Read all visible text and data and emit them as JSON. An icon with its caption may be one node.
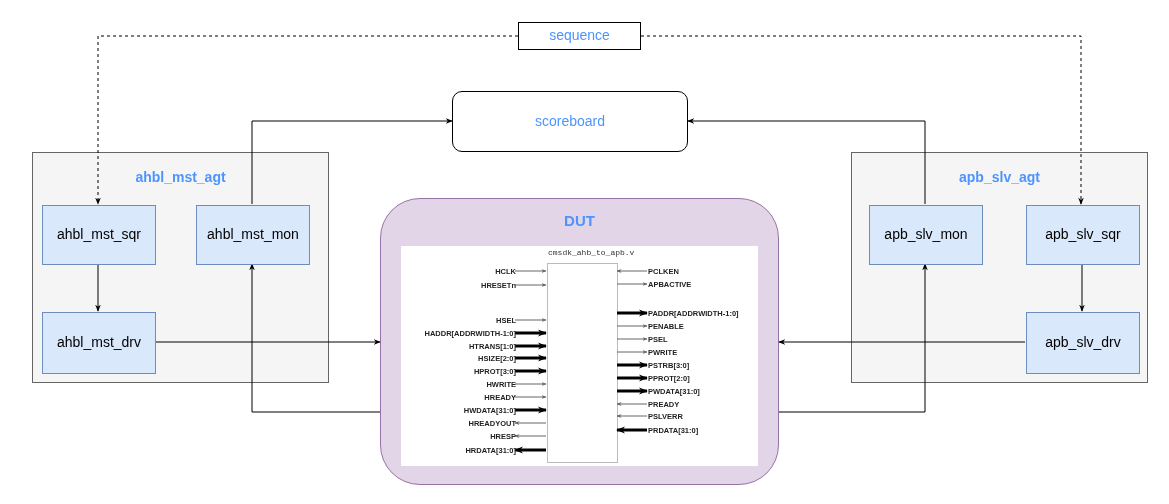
{
  "diagram": {
    "nodes": [
      {
        "text": [
          "sequence"
        ]
      },
      {
        "text": [
          "scoreboard"
        ]
      },
      {
        "text": [
          "ahbl_mst_agt"
        ]
      },
      {
        "text": [
          "ahbl_mst_sqr"
        ],
        "in": 2
      },
      {
        "text": [
          "ahbl_mst_mon"
        ],
        "in": 2
      },
      {
        "text": [
          "ahbl_mst_drv"
        ],
        "in": 2
      },
      {
        "text": [
          "DUT"
        ]
      },
      {
        "text": [
          "cmsdk_ahb_to_apb.v"
        ],
        "in": 6
      },
      {
        "text": [
          "apb_slv_agt"
        ]
      },
      {
        "text": [
          "apb_slv_mon"
        ],
        "in": 8
      },
      {
        "text": [
          "apb_slv_sqr"
        ],
        "in": 8
      },
      {
        "text": [
          "apb_slv_drv"
        ],
        "in": 8
      },
      {
        "text": [
          "HCLK"
        ],
        "in": 6
      },
      {
        "text": [
          "HRESETn"
        ],
        "in": 6
      },
      {
        "text": [
          "HSEL"
        ],
        "in": 6
      },
      {
        "text": [
          "HADDR[ADDRWIDTH-1:0]"
        ],
        "in": 6
      },
      {
        "text": [
          "HTRANS[1:0]"
        ],
        "in": 6
      },
      {
        "text": [
          "HSIZE[2:0]"
        ],
        "in": 6
      },
      {
        "text": [
          "HPROT[3:0]"
        ],
        "in": 6
      },
      {
        "text": [
          "HWRITE"
        ],
        "in": 6
      },
      {
        "text": [
          "HREADY"
        ],
        "in": 6
      },
      {
        "text": [
          "HWDATA[31:0]"
        ],
        "in": 6
      },
      {
        "text": [
          "HREADYOUT"
        ],
        "in": 6
      },
      {
        "text": [
          "HRESP"
        ],
        "in": 6
      },
      {
        "text": [
          "HRDATA[31:0]"
        ],
        "in": 6
      },
      {
        "text": [
          "PCLKEN"
        ],
        "in": 6
      },
      {
        "text": [
          "APBACTIVE"
        ],
        "in": 6
      },
      {
        "text": [
          "PADDR[ADDRWIDTH-1:0]"
        ],
        "in": 6
      },
      {
        "text": [
          "PENABLE"
        ],
        "in": 6
      },
      {
        "text": [
          "PSEL"
        ],
        "in": 6
      },
      {
        "text": [
          "PWRITE"
        ],
        "in": 6
      },
      {
        "text": [
          "PSTRB[3:0]"
        ],
        "in": 6
      },
      {
        "text": [
          "PPROT[2:0]"
        ],
        "in": 6
      },
      {
        "text": [
          "PWDATA[31:0]"
        ],
        "in": 6
      },
      {
        "text": [
          "PREADY"
        ],
        "in": 6
      },
      {
        "text": [
          "PSLVERR"
        ],
        "in": 6
      },
      {
        "text": [
          "PRDATA[31:0]"
        ],
        "in": 6
      }
    ],
    "edges": [
      {
        "from": 0,
        "to": 3,
        "arrow": "to",
        "style": "dashed"
      },
      {
        "from": 0,
        "to": 10,
        "arrow": "to",
        "style": "dashed"
      },
      {
        "from": 4,
        "to": 1,
        "arrow": "to"
      },
      {
        "from": 9,
        "to": 1,
        "arrow": "to"
      },
      {
        "from": 3,
        "to": 5,
        "arrow": "to"
      },
      {
        "from": 5,
        "to": 6,
        "arrow": "to"
      },
      {
        "from": 6,
        "to": 4,
        "arrow": "to"
      },
      {
        "from": 6,
        "to": 9,
        "arrow": "to"
      },
      {
        "from": 11,
        "to": 6,
        "arrow": "to"
      },
      {
        "from": 10,
        "to": 11,
        "arrow": "to"
      },
      {
        "from": 12,
        "to": 7,
        "arrow": "to",
        "color": "#666666"
      },
      {
        "from": 13,
        "to": 7,
        "arrow": "to",
        "color": "#666666"
      },
      {
        "from": 14,
        "to": 7,
        "arrow": "to",
        "color": "#666666"
      },
      {
        "from": 15,
        "to": 7,
        "arrow": "to",
        "style": "thick"
      },
      {
        "from": 16,
        "to": 7,
        "arrow": "to",
        "style": "thick"
      },
      {
        "from": 17,
        "to": 7,
        "arrow": "to",
        "style": "thick"
      },
      {
        "from": 18,
        "to": 7,
        "arrow": "to",
        "style": "thick"
      },
      {
        "from": 19,
        "to": 7,
        "arrow": "to",
        "color": "#666666"
      },
      {
        "from": 20,
        "to": 7,
        "arrow": "to",
        "color": "#666666"
      },
      {
        "from": 21,
        "to": 7,
        "arrow": "to",
        "style": "thick"
      },
      {
        "from": 7,
        "to": 22,
        "arrow": "to",
        "color": "#666666"
      },
      {
        "from": 7,
        "to": 23,
        "arrow": "to",
        "color": "#666666"
      },
      {
        "from": 7,
        "to": 24,
        "arrow": "to",
        "style": "thick"
      },
      {
        "from": 25,
        "to": 7,
        "arrow": "to",
        "color": "#666666"
      },
      {
        "from": 7,
        "to": 26,
        "arrow": "to",
        "color": "#666666"
      },
      {
        "from": 7,
        "to": 27,
        "arrow": "to",
        "style": "thick"
      },
      {
        "from": 7,
        "to": 28,
        "arrow": "to",
        "color": "#666666"
      },
      {
        "from": 7,
        "to": 29,
        "arrow": "to",
        "color": "#666666"
      },
      {
        "from": 7,
        "to": 30,
        "arrow": "to",
        "color": "#666666"
      },
      {
        "from": 7,
        "to": 31,
        "arrow": "to",
        "style": "thick"
      },
      {
        "from": 7,
        "to": 32,
        "arrow": "to",
        "style": "thick"
      },
      {
        "from": 7,
        "to": 33,
        "arrow": "to",
        "style": "thick"
      },
      {
        "from": 34,
        "to": 7,
        "arrow": "to",
        "color": "#666666"
      },
      {
        "from": 35,
        "to": 7,
        "arrow": "to",
        "color": "#666666"
      },
      {
        "from": 36,
        "to": 7,
        "arrow": "to",
        "style": "thick"
      }
    ]
  }
}
